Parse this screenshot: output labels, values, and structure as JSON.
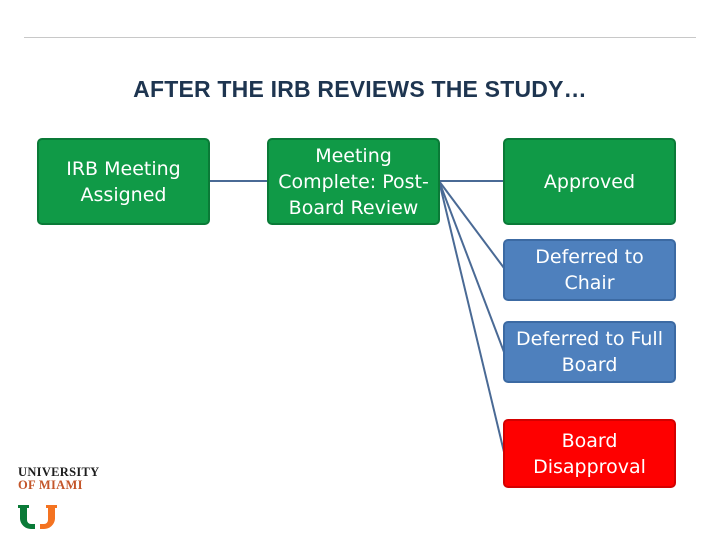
{
  "slide": {
    "title": "AFTER THE IRB REVIEWS THE STUDY…"
  },
  "flow": {
    "step1": "IRB Meeting Assigned",
    "step2": "Meeting Complete: Post-Board Review",
    "outcomes": [
      {
        "label": "Approved",
        "color": "#109a47"
      },
      {
        "label": "Deferred to Chair",
        "color": "#4e80bd"
      },
      {
        "label": "Deferred to Full Board",
        "color": "#4e80bd"
      },
      {
        "label": "Board Disapproval",
        "color": "#fe0000"
      }
    ]
  },
  "logo": {
    "line1": "UNIVERSITY",
    "line2": "OF MIAMI",
    "colors": {
      "green": "#0a7a37",
      "orange": "#f47321"
    }
  }
}
